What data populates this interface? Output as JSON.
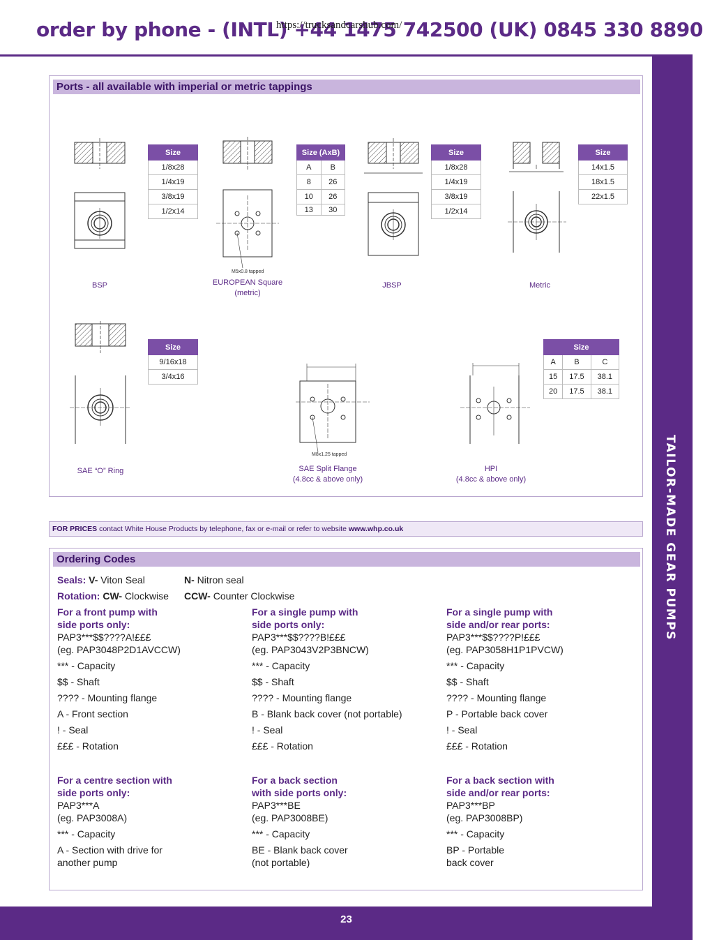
{
  "header": {
    "phone": "order by phone - (INTL) +44 1475 742500  (UK) 0845 330 8890",
    "url": "https://trucksandcarshub.com/"
  },
  "sidebar": {
    "title": "TAILOR-MADE GEAR PUMPS"
  },
  "footer": {
    "page_number": "23"
  },
  "ports": {
    "title": "Ports - all available with imperial or metric tappings",
    "bsp": {
      "caption": "BSP",
      "header": "Size",
      "rows": [
        "1/8x28",
        "1/4x19",
        "3/8x19",
        "1/2x14"
      ]
    },
    "european": {
      "caption1": "EUROPEAN Square",
      "caption2": "(metric)",
      "header": "Size (AxB)",
      "col_a": "A",
      "col_b": "B",
      "rows": [
        [
          "8",
          "26"
        ],
        [
          "10",
          "26"
        ],
        [
          "13",
          "30"
        ]
      ],
      "drawing_note": "M5x0.8 tapped"
    },
    "jbsp": {
      "caption": "JBSP",
      "header": "Size",
      "rows": [
        "1/8x28",
        "1/4x19",
        "3/8x19",
        "1/2x14"
      ]
    },
    "metric": {
      "caption": "Metric",
      "header": "Size",
      "rows": [
        "14x1.5",
        "18x1.5",
        "22x1.5"
      ]
    },
    "sae_o": {
      "caption": "SAE “O” Ring",
      "header": "Size",
      "rows": [
        "9/16x18",
        "3/4x16"
      ]
    },
    "sae_split": {
      "caption1": "SAE Split Flange",
      "caption2": "(4.8cc & above only)",
      "drawing_note": "M8x1.25 tapped"
    },
    "hpi": {
      "caption1": "HPI",
      "caption2": "(4.8cc & above only)",
      "header": "Size",
      "col_a": "A",
      "col_b": "B",
      "col_c": "C",
      "rows": [
        [
          "15",
          "17.5",
          "38.1"
        ],
        [
          "20",
          "17.5",
          "38.1"
        ]
      ]
    }
  },
  "prices": {
    "lead": "FOR PRICES",
    "text": " contact White House Products by telephone, fax or e-mail or refer to website ",
    "website": "www.whp.co.uk"
  },
  "ordering": {
    "title": "Ordering Codes",
    "seals_label": "Seals:",
    "seal_v_code": "V-",
    "seal_v_text": " Viton Seal",
    "seal_n_code": "N-",
    "seal_n_text": " Nitron seal",
    "rotation_label": "Rotation:",
    "rot_cw_code": "CW-",
    "rot_cw_text": " Clockwise",
    "rot_ccw_code": "CCW-",
    "rot_ccw_text": " Counter Clockwise",
    "col1": {
      "h1": "For a front pump with",
      "h2": "side ports only:",
      "code": "PAP3***$$????A!£££",
      "eg": "(eg. PAP3048P2D1AVCCW)",
      "l1": "*** - Capacity",
      "l2": "$$ - Shaft",
      "l3": "???? - Mounting flange",
      "l4": "A - Front section",
      "l5": "! - Seal",
      "l6": "£££ - Rotation"
    },
    "col2": {
      "h1": "For a single pump with",
      "h2": "side ports only:",
      "code": "PAP3***$$????B!£££",
      "eg": "(eg. PAP3043V2P3BNCW)",
      "l1": "*** - Capacity",
      "l2": "$$ - Shaft",
      "l3": "???? - Mounting flange",
      "l4": "B - Blank back cover (not portable)",
      "l5": "! - Seal",
      "l6": "£££ - Rotation"
    },
    "col3": {
      "h1": "For a single pump with",
      "h2": "side and/or rear ports:",
      "code": "PAP3***$$????P!£££",
      "eg": "(eg. PAP3058H1P1PVCW)",
      "l1": "*** - Capacity",
      "l2": "$$ - Shaft",
      "l3": "???? - Mounting flange",
      "l4": "P - Portable back cover",
      "l5": "! - Seal",
      "l6": "£££ - Rotation"
    },
    "col4": {
      "h1": "For a centre section with",
      "h2": "side ports only:",
      "code": "PAP3***A",
      "eg": "(eg. PAP3008A)",
      "l1": "*** - Capacity",
      "l2": "A - Section with drive for",
      "l3": "another pump"
    },
    "col5": {
      "h1": "For a back section",
      "h2": "with side ports only:",
      "code": "PAP3***BE",
      "eg": "(eg. PAP3008BE)",
      "l1": "*** - Capacity",
      "l2": "BE - Blank back cover",
      "l3": "(not portable)"
    },
    "col6": {
      "h1": "For a back section with",
      "h2": "side and/or rear ports:",
      "code": "PAP3***BP",
      "eg": "(eg. PAP3008BP)",
      "l1": "*** - Capacity",
      "l2": "BP - Portable",
      "l3": "back cover"
    }
  }
}
